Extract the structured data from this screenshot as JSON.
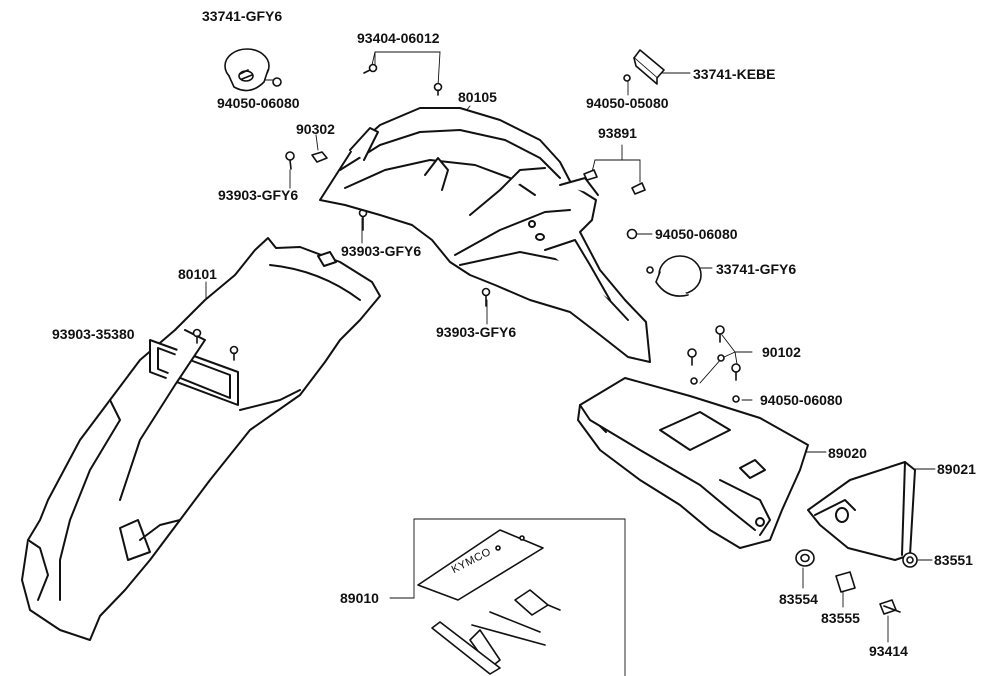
{
  "diagram": {
    "callouts": [
      {
        "id": "c1",
        "text": "33741-GFY6"
      },
      {
        "id": "c2",
        "text": "94050-06080"
      },
      {
        "id": "c3",
        "text": "93404-06012"
      },
      {
        "id": "c4",
        "text": "80105"
      },
      {
        "id": "c5",
        "text": "90302"
      },
      {
        "id": "c6",
        "text": "93903-GFY6"
      },
      {
        "id": "c7",
        "text": "93903-GFY6"
      },
      {
        "id": "c8",
        "text": "33741-KEBE"
      },
      {
        "id": "c9",
        "text": "94050-05080"
      },
      {
        "id": "c10",
        "text": "93891"
      },
      {
        "id": "c11",
        "text": "94050-06080"
      },
      {
        "id": "c12",
        "text": "33741-GFY6"
      },
      {
        "id": "c13",
        "text": "80101"
      },
      {
        "id": "c14",
        "text": "93903-35380"
      },
      {
        "id": "c15",
        "text": "93903-GFY6"
      },
      {
        "id": "c16",
        "text": "90102"
      },
      {
        "id": "c17",
        "text": "94050-06080"
      },
      {
        "id": "c18",
        "text": "89020"
      },
      {
        "id": "c19",
        "text": "89021"
      },
      {
        "id": "c20",
        "text": "83551"
      },
      {
        "id": "c21",
        "text": "83554"
      },
      {
        "id": "c22",
        "text": "83555"
      },
      {
        "id": "c23",
        "text": "93414"
      },
      {
        "id": "c24",
        "text": "89010"
      }
    ],
    "tool_bag_brand": "KYMCO"
  }
}
